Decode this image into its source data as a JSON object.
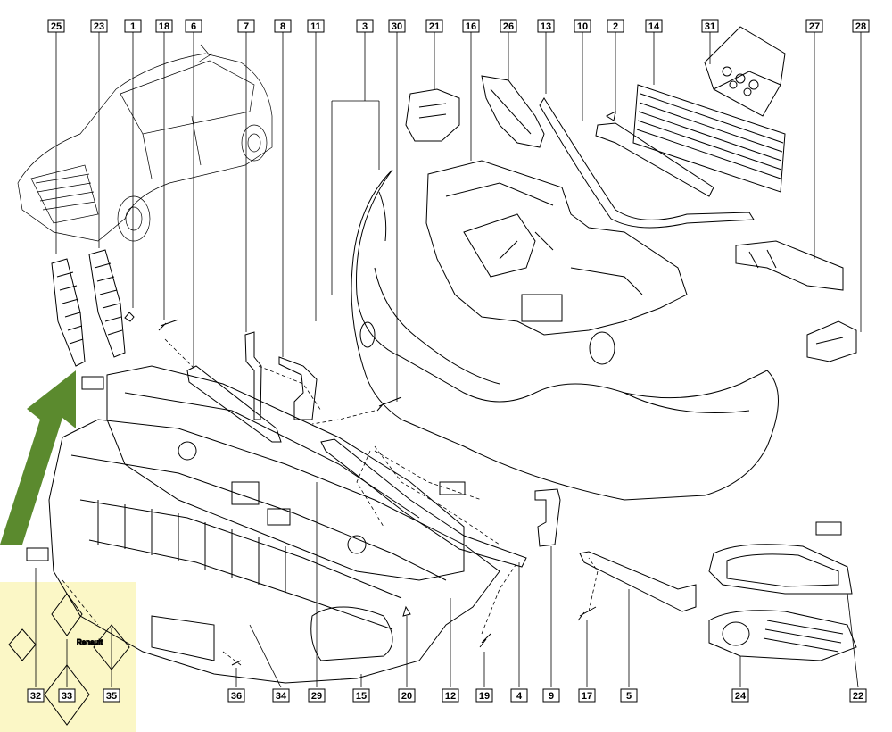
{
  "diagram": {
    "title": "Front bumper exploded view",
    "labels_top": [
      "25",
      "23",
      "1",
      "18",
      "6",
      "7",
      "8",
      "11",
      "3",
      "30",
      "21",
      "16",
      "26",
      "13",
      "10",
      "2",
      "14",
      "31",
      "27",
      "28"
    ],
    "labels_bottom": [
      "32",
      "33",
      "35",
      "36",
      "34",
      "29",
      "15",
      "20",
      "12",
      "19",
      "4",
      "9",
      "17",
      "5",
      "24",
      "22"
    ],
    "arrow_color": "#5b8a2e",
    "logo_panel_color": "#fbf7c6"
  },
  "logo": {
    "brand_text": "Renault"
  }
}
